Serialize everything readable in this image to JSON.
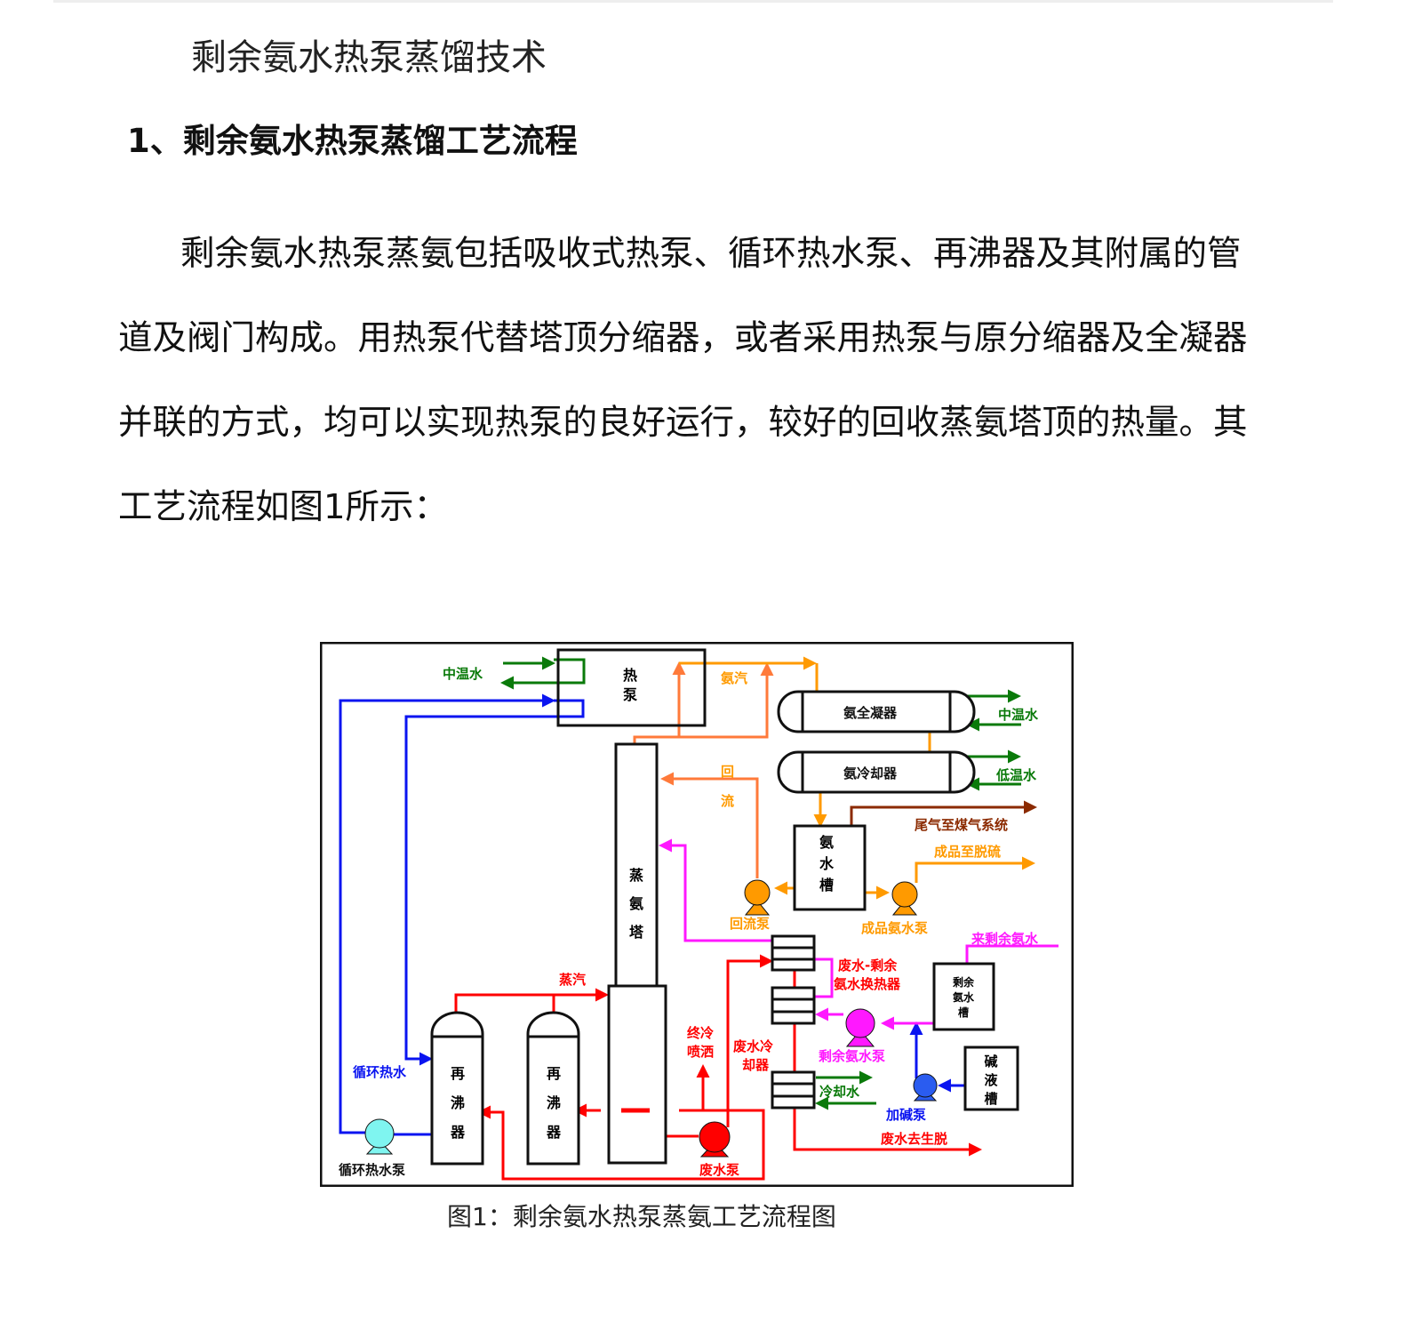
{
  "page": {
    "title": "剩余氨水热泵蒸馏技术",
    "heading": "1、剩余氨水热泵蒸馏工艺流程",
    "paragraph_lines": [
      "剩余氨水热泵蒸氨包括吸收式热泵、循环热水泵、再沸器及其附属的管",
      "道及阀门构成。用热泵代替塔顶分缩器，或者采用热泵与原分缩器及全凝器",
      "并联的方式，均可以实现热泵的良好运行，较好的回收蒸氨塔顶的热量。其",
      "工艺流程如图1所示："
    ],
    "caption": "图1：剩余氨水热泵蒸氨工艺流程图"
  },
  "diagram": {
    "heat_pump": [
      "热",
      "泵"
    ],
    "tower": [
      "蒸",
      "氨",
      "塔"
    ],
    "condenser": "氨全凝器",
    "cooler": "氨冷却器",
    "ammonia_tank": [
      "氨",
      "水",
      "槽"
    ],
    "reboiler": [
      "再",
      "沸",
      "器"
    ],
    "residual_tank": [
      "剩余",
      "氨水",
      "槽"
    ],
    "alkali_tank": [
      "碱",
      "液",
      "槽"
    ],
    "labels": {
      "mid_water_left": "中温水",
      "ammonia_vapor": "氨汽",
      "mid_water_right": "中温水",
      "low_water": "低温水",
      "reflux_1": "回",
      "reflux_2": "流",
      "tail_gas": "尾气至煤气系统",
      "product": "成品至脱硫",
      "reflux_pump": "回流泵",
      "product_pump": "成品氨水泵",
      "residual_in": "来剩余氨水",
      "exchanger_1": "废水-剩余",
      "exchanger_2": "氨水换热器",
      "steam": "蒸汽",
      "final_cool_1": "终冷",
      "final_cool_2": "喷洒",
      "waste_cooler_1": "废水冷",
      "waste_cooler_2": "却器",
      "residual_pump": "剩余氨水泵",
      "cooling_water": "冷却水",
      "alkali_pump": "加碱泵",
      "waste_out": "废水去生脱",
      "waste_pump": "废水泵",
      "circ_water": "循环热水",
      "circ_pump": "循环热水泵"
    },
    "colors": {
      "green": "#0a7a0a",
      "blue": "#0a14f0",
      "orange": "#ff9a00",
      "red": "#ff0000",
      "magenta": "#ff18ff",
      "brown": "#8b2a00",
      "cyan": "#7ff5f0",
      "pump_blue": "#2a5cf0"
    }
  }
}
